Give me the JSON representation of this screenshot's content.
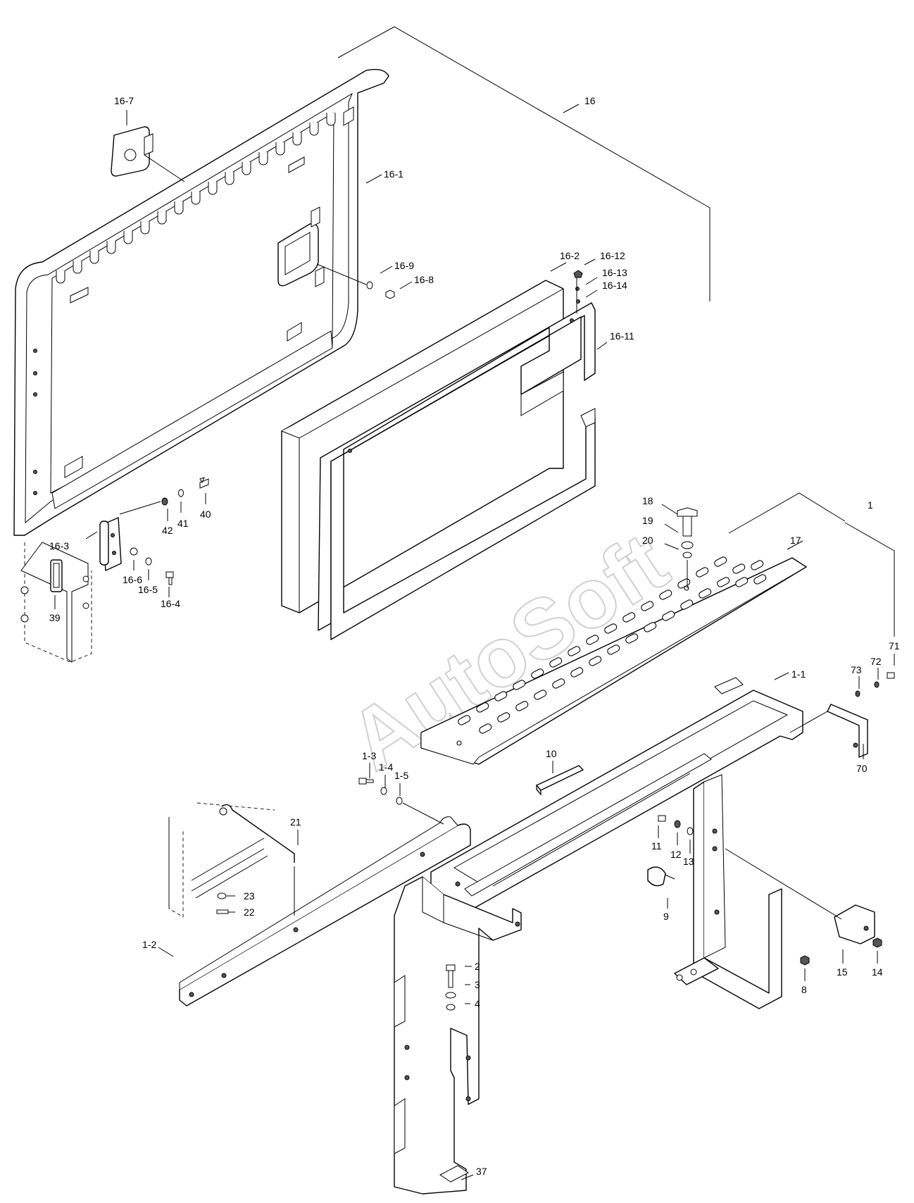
{
  "watermark": "AutoSoft",
  "callouts": [
    {
      "id": "c16",
      "text": "16"
    },
    {
      "id": "c16-7",
      "text": "16-7"
    },
    {
      "id": "c16-1",
      "text": "16-1"
    },
    {
      "id": "c16-9",
      "text": "16-9"
    },
    {
      "id": "c16-8",
      "text": "16-8"
    },
    {
      "id": "c16-2",
      "text": "16-2"
    },
    {
      "id": "c16-12",
      "text": "16-12"
    },
    {
      "id": "c16-13",
      "text": "16-13"
    },
    {
      "id": "c16-14",
      "text": "16-14"
    },
    {
      "id": "c16-11",
      "text": "16-11"
    },
    {
      "id": "c40",
      "text": "40"
    },
    {
      "id": "c41",
      "text": "41"
    },
    {
      "id": "c42",
      "text": "42"
    },
    {
      "id": "c16-3",
      "text": "16-3"
    },
    {
      "id": "c16-6",
      "text": "16-6"
    },
    {
      "id": "c16-5",
      "text": "16-5"
    },
    {
      "id": "c16-4",
      "text": "16-4"
    },
    {
      "id": "c39",
      "text": "39"
    },
    {
      "id": "c18",
      "text": "18"
    },
    {
      "id": "c19",
      "text": "19"
    },
    {
      "id": "c20",
      "text": "20"
    },
    {
      "id": "c17",
      "text": "17"
    },
    {
      "id": "c1",
      "text": "1"
    },
    {
      "id": "c71",
      "text": "71"
    },
    {
      "id": "c72",
      "text": "72"
    },
    {
      "id": "c73",
      "text": "73"
    },
    {
      "id": "c1-1",
      "text": "1-1"
    },
    {
      "id": "c70",
      "text": "70"
    },
    {
      "id": "c10",
      "text": "10"
    },
    {
      "id": "c1-3",
      "text": "1-3"
    },
    {
      "id": "c1-4",
      "text": "1-4"
    },
    {
      "id": "c1-5",
      "text": "1-5"
    },
    {
      "id": "c21",
      "text": "21"
    },
    {
      "id": "c11",
      "text": "11"
    },
    {
      "id": "c12",
      "text": "12"
    },
    {
      "id": "c13",
      "text": "13"
    },
    {
      "id": "c9",
      "text": "9"
    },
    {
      "id": "c23",
      "text": "23"
    },
    {
      "id": "c22",
      "text": "22"
    },
    {
      "id": "c1-2",
      "text": "1-2"
    },
    {
      "id": "c2",
      "text": "2"
    },
    {
      "id": "c3",
      "text": "3"
    },
    {
      "id": "c4",
      "text": "4"
    },
    {
      "id": "c15",
      "text": "15"
    },
    {
      "id": "c14",
      "text": "14"
    },
    {
      "id": "c8",
      "text": "8"
    },
    {
      "id": "c37",
      "text": "37"
    }
  ]
}
